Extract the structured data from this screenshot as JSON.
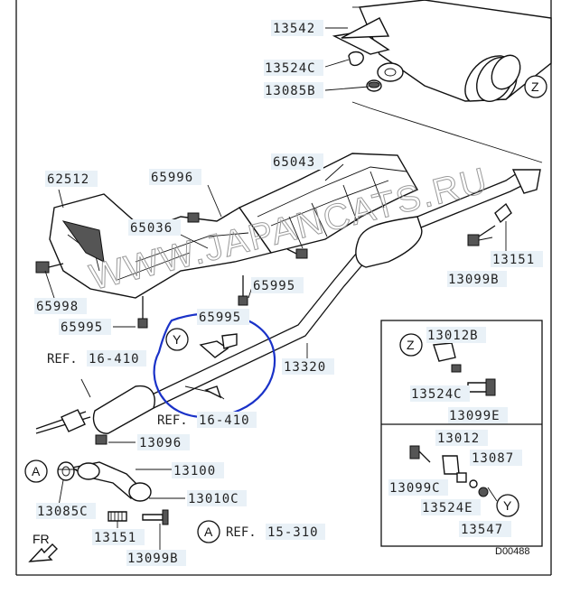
{
  "watermark": "WWW.JAPANCATS.RU",
  "diagram_code": "D00488",
  "front_marker": "FR",
  "part_labels": {
    "p13542": "13542",
    "p13524C_top": "13524C",
    "p13085B": "13085B",
    "p62512": "62512",
    "p65996": "65996",
    "p65043": "65043",
    "p65036": "65036",
    "p13151_right": "13151",
    "p13099B_right": "13099B",
    "p65998": "65998",
    "p65995_left": "65995",
    "p65995_mid": "65995",
    "p65995_lower": "65995",
    "p13320": "13320",
    "p13096": "13096",
    "p13100": "13100",
    "p13010C": "13010C",
    "p13085C": "13085C",
    "p13151_bottom": "13151",
    "p13099B_bottom": "13099B",
    "p13012B": "13012B",
    "p13524C_box": "13524C",
    "p13099E": "13099E",
    "p13012": "13012",
    "p13087": "13087",
    "p13099C": "13099C",
    "p13524E": "13524E",
    "p13547": "13547"
  },
  "refs": {
    "ref_16_410_top": {
      "prefix": "REF.",
      "code": "16-410"
    },
    "ref_16_410_mid": {
      "prefix": "REF.",
      "code": "16-410"
    },
    "ref_15_310": {
      "prefix": "REF.",
      "code": "15-310"
    }
  },
  "callouts": {
    "z_top": "Z",
    "y_main": "Y",
    "a_bottom": "A",
    "a_ref": "A",
    "z_box": "Z",
    "y_box": "Y"
  },
  "colors": {
    "highlight_circle": "#1a32c8",
    "label_background": "#e9f1f7"
  }
}
